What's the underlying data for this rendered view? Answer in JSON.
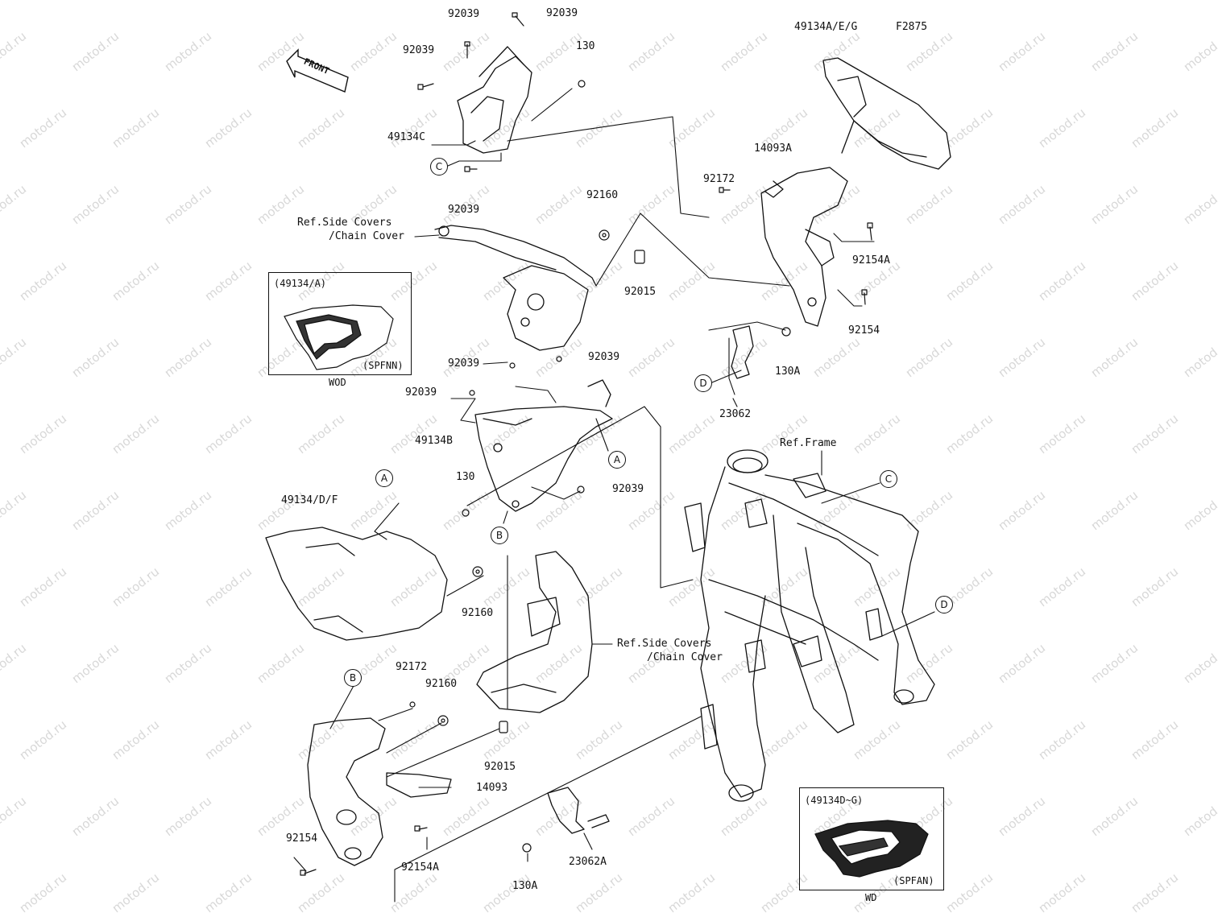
{
  "figure_code": "F2875",
  "watermark_text": "motod.ru",
  "front_label": "FRONT",
  "part_labels": {
    "p92039_a": "92039",
    "p92039_b": "92039",
    "p92039_c": "92039",
    "p130_top": "130",
    "p49134C": "49134C",
    "p92039_d": "92039",
    "p49134AEG": "49134A/E/G",
    "p14093A": "14093A",
    "p92172_top": "92172",
    "p92160_top": "92160",
    "p92015_top": "92015",
    "p92154A_top": "92154A",
    "p92154_top": "92154",
    "p130A_top": "130A",
    "p23062": "23062",
    "p92039_e": "92039",
    "p92039_f": "92039",
    "p92039_g": "92039",
    "p49134B": "49134B",
    "p130_mid": "130",
    "p92039_h": "92039",
    "p49134DF": "49134/D/F",
    "p92160_mid": "92160",
    "p92172_bot": "92172",
    "p92160_bot": "92160",
    "p92015_bot": "92015",
    "p14093": "14093",
    "p92154_bot": "92154",
    "p92154A_bot": "92154A",
    "p130A_bot": "130A",
    "p23062A": "23062A"
  },
  "ref_labels": {
    "side_covers_top_1": "Ref.Side Covers",
    "side_covers_top_2": "/Chain Cover",
    "frame": "Ref.Frame",
    "side_covers_bot_1": "Ref.Side Covers",
    "side_covers_bot_2": "/Chain Cover"
  },
  "callouts": {
    "c_top": "C",
    "d_mid": "D",
    "a_mid": "A",
    "a_left": "A",
    "b_mid": "B",
    "c_right": "C",
    "d_right": "D",
    "b_bot": "B"
  },
  "insets": {
    "left": {
      "header": "(49134/A)",
      "code": "(SPFNN)",
      "caption": "WOD"
    },
    "right": {
      "header": "(49134D~G)",
      "code": "(SPFAN)",
      "caption": "WD"
    }
  }
}
